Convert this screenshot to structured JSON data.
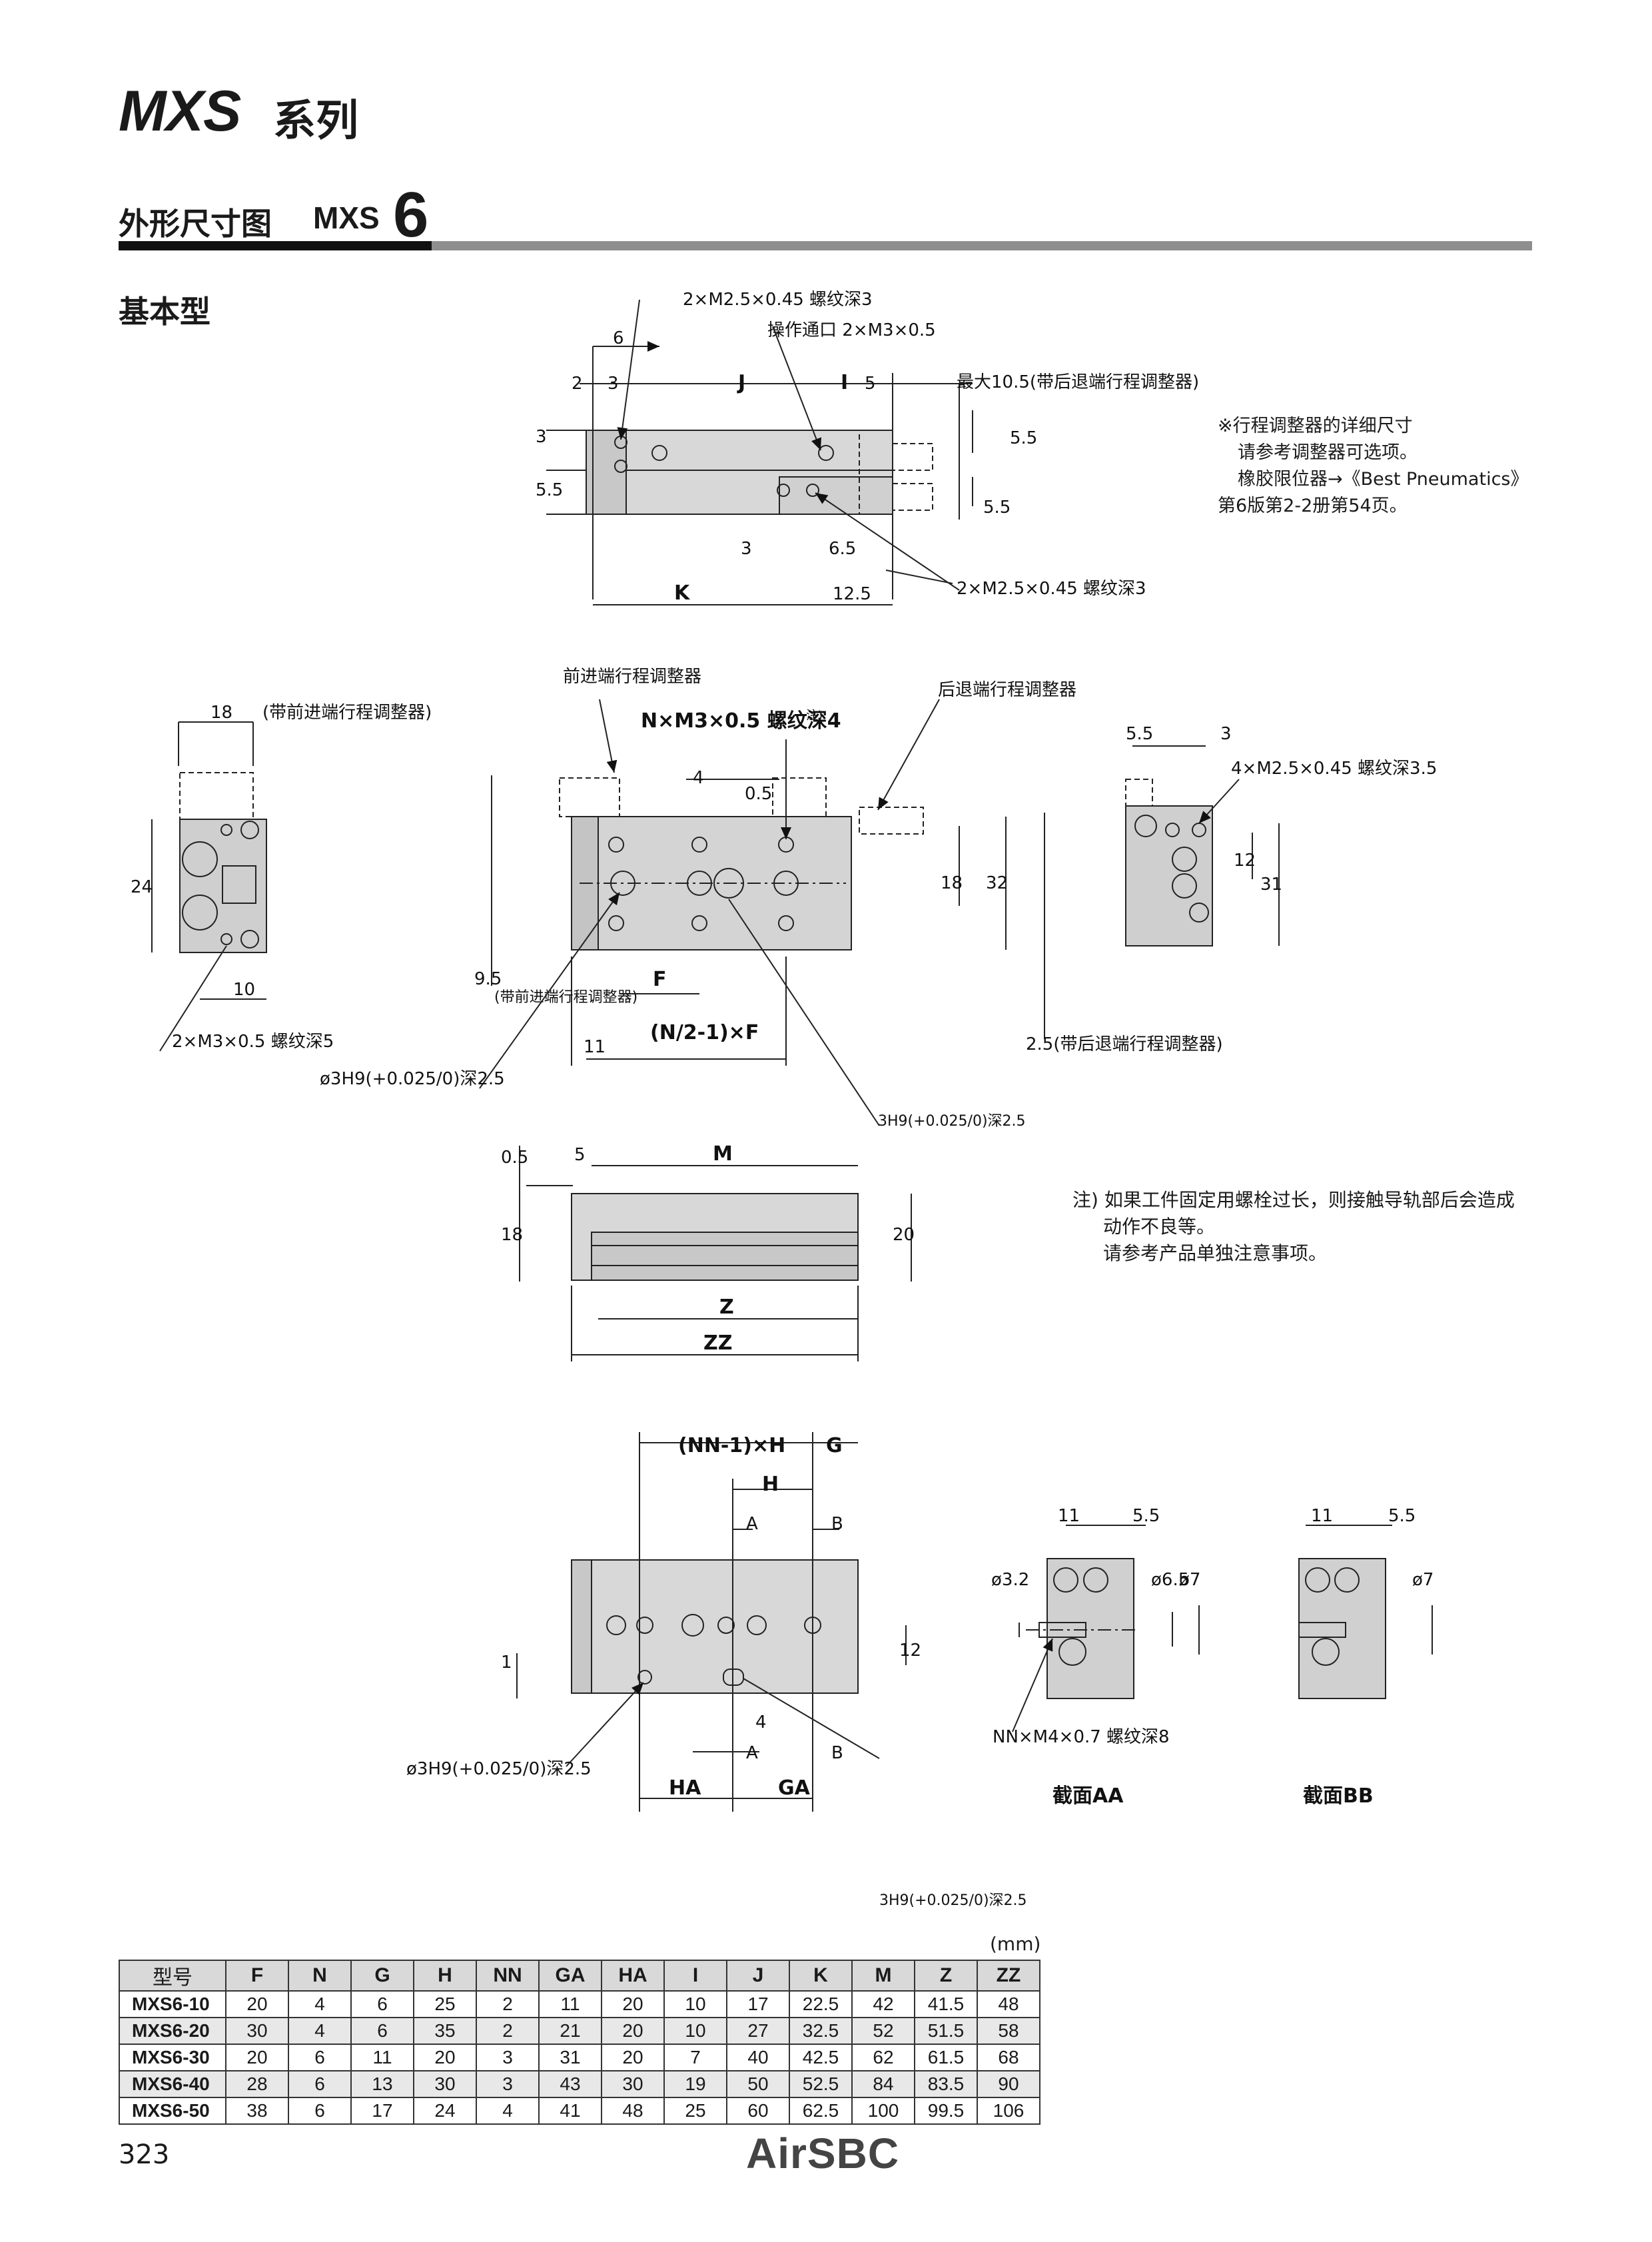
{
  "header": {
    "series": "MXS",
    "series_suffix": "系列"
  },
  "section": {
    "title": "外形尺寸图",
    "model": "MXS",
    "size": "6"
  },
  "subsection": "基本型",
  "top_view": {
    "callout_top": "2×M2.5×0.45 螺纹深3",
    "callout_port": "操作通口 2×M3×0.5",
    "callout_max": "最大10.5(带后退端行程调整器)",
    "callout_bottom": "2×M2.5×0.45 螺纹深3",
    "dims": [
      "6",
      "2",
      "3",
      "J",
      "I",
      "5",
      "3",
      "5.5",
      "5.5",
      "5.5",
      "3",
      "6.5",
      "K",
      "12.5"
    ]
  },
  "notes": [
    "※行程调整器的详细尺寸",
    "请参考调整器可选项。",
    "橡胶限位器→《Best Pneumatics》",
    "第6版第2-2册第54页。"
  ],
  "side_view": {
    "front_adjuster": "前进端行程调整器",
    "rear_adjuster": "后退端行程调整器",
    "n_thread": "N×M3×0.5 螺纹深4",
    "n_thread_note": "注)",
    "left_18": "18",
    "left_18_note": "(带前进端行程调整器)",
    "left_24": "24",
    "left_10": "10",
    "left_thread": "2×M3×0.5 螺纹深5",
    "pin_hole": "ø3H9(+0.025/0)深2.5",
    "dims": [
      "4",
      "0.5",
      "18",
      "32",
      "9.5",
      "(带前进端行程调整器)",
      "F",
      "11",
      "2.5(带后退端行程调整器)",
      "3H9(+0.025/0)深2.5"
    ],
    "formula": "(N/2-1)×F",
    "right_thread": "4×M2.5×0.45 螺纹深3.5",
    "right_dims": [
      "5.5",
      "3",
      "12",
      "31"
    ]
  },
  "front_view": {
    "dims": [
      "0.5",
      "5",
      "M",
      "18",
      "20",
      "Z",
      "ZZ"
    ]
  },
  "caution": [
    "注) 如果工件固定用螺栓过长，则接触导轨部后会造成",
    "动作不良等。",
    "请参考产品单独注意事项。"
  ],
  "bottom_view": {
    "dims": [
      "(NN-1)×H",
      "G",
      "H",
      "A",
      "B",
      "1",
      "12",
      "4",
      "A",
      "B",
      "HA",
      "GA"
    ],
    "pin_hole": "ø3H9(+0.025/0)深2.5",
    "pin_hole_v": "3H9(+0.025/0)深2.5"
  },
  "sections": {
    "aa": {
      "label": "截面AA",
      "dims": [
        "11",
        "5.5",
        "ø3.2",
        "ø6.5",
        "ø7"
      ],
      "thread": "NN×M4×0.7 螺纹深8"
    },
    "bb": {
      "label": "截面BB",
      "dims": [
        "11",
        "5.5",
        "ø7"
      ]
    }
  },
  "table": {
    "unit": "(mm)",
    "headers": [
      "型号",
      "F",
      "N",
      "G",
      "H",
      "NN",
      "GA",
      "HA",
      "I",
      "J",
      "K",
      "M",
      "Z",
      "ZZ"
    ],
    "rows": [
      [
        "MXS6-10",
        "20",
        "4",
        "6",
        "25",
        "2",
        "11",
        "20",
        "10",
        "17",
        "22.5",
        "42",
        "41.5",
        "48"
      ],
      [
        "MXS6-20",
        "30",
        "4",
        "6",
        "35",
        "2",
        "21",
        "20",
        "10",
        "27",
        "32.5",
        "52",
        "51.5",
        "58"
      ],
      [
        "MXS6-30",
        "20",
        "6",
        "11",
        "20",
        "3",
        "31",
        "20",
        "7",
        "40",
        "42.5",
        "62",
        "61.5",
        "68"
      ],
      [
        "MXS6-40",
        "28",
        "6",
        "13",
        "30",
        "3",
        "43",
        "30",
        "19",
        "50",
        "52.5",
        "84",
        "83.5",
        "90"
      ],
      [
        "MXS6-50",
        "38",
        "6",
        "17",
        "24",
        "4",
        "41",
        "48",
        "25",
        "60",
        "62.5",
        "100",
        "99.5",
        "106"
      ]
    ]
  },
  "footer": {
    "page": "323",
    "brand": "AirSBC"
  }
}
